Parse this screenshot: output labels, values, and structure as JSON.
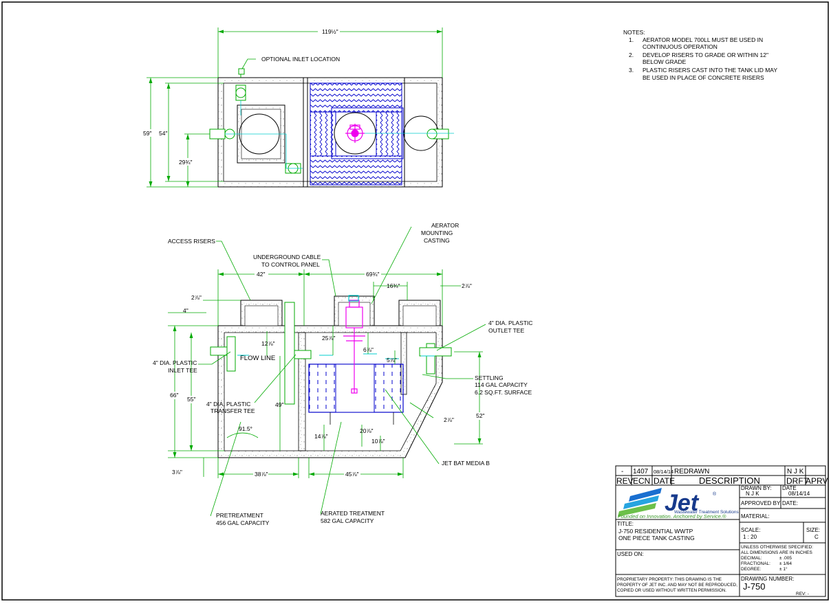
{
  "notes": {
    "heading": "NOTES:",
    "items": [
      {
        "num": "1.",
        "lines": [
          "AERATOR MODEL 700LL MUST BE USED IN",
          "CONTINUOUS OPERATION"
        ]
      },
      {
        "num": "2.",
        "lines": [
          "DEVELOP RISERS TO GRADE OR WITHIN 12\"",
          "BELOW GRADE"
        ]
      },
      {
        "num": "3.",
        "lines": [
          "PLASTIC RISERS CAST INTO THE TANK LID MAY",
          "BE USED IN PLACE OF CONCRETE RISERS"
        ]
      }
    ]
  },
  "plan_view": {
    "overall_width": "119½\"",
    "overall_depth": "59\"",
    "inner_depth": "54\"",
    "inlet_offset": "29¾\"",
    "optional_inlet": "OPTIONAL INLET LOCATION"
  },
  "section_view": {
    "labels": {
      "access_risers": "ACCESS RISERS",
      "underground_cable_1": "UNDERGROUND CABLE",
      "underground_cable_2": "TO CONTROL PANEL",
      "aerator_1": "AERATOR",
      "aerator_2": "MOUNTING",
      "aerator_3": "CASTING",
      "outlet_1": "4\" DIA. PLASTIC",
      "outlet_2": "OUTLET TEE",
      "inlet_1": "4\" DIA. PLASTIC",
      "inlet_2": "INLET TEE",
      "flow_line": "FLOW LINE",
      "transfer_1": "4\" DIA. PLASTIC",
      "transfer_2": "TRANSFER TEE",
      "settling_1": "SETTLING",
      "settling_2": "114 GAL CAPACITY",
      "settling_3": "6.2 SQ.FT. SURFACE",
      "jet_bat": "JET BAT MEDIA B",
      "pretreat_1": "PRETREATMENT",
      "pretreat_2": "456 GAL CAPACITY",
      "aerated_1": "AERATED TREATMENT",
      "aerated_2": "582 GAL CAPACITY"
    },
    "dims": {
      "d42": "42\"",
      "d69": "69¾\"",
      "d16": "16¾\"",
      "d2a": "2⅞\"",
      "d2b": "2⅞\"",
      "d4": "4\"",
      "d12": "12⅞\"",
      "d25": "25⅞\"",
      "d6": "6⅞\"",
      "d5": "5⅞\"",
      "d66": "66\"",
      "d55": "55\"",
      "d49": "49\"",
      "d52": "52\"",
      "d2c": "2⅞\"",
      "d91": "91.5°",
      "d14": "14⅞\"",
      "d20": "20⅞\"",
      "d10": "10⅞\"",
      "d3": "3⅞\"",
      "d38": "38⅞\"",
      "d45": "45⅞\""
    }
  },
  "title_block": {
    "rev_row": {
      "rev": "-",
      "ecn": "1407",
      "date": "08/14/14",
      "desc": "REDRAWN",
      "drft": "N J K",
      "aprv": ""
    },
    "headers": {
      "rev": "REV",
      "ecn": "ECN",
      "date": "DATE",
      "desc": "DESCRIPTION",
      "drft": "DRFT",
      "aprv": "APRV"
    },
    "logo_word": "Jet",
    "logo_reg": "®",
    "logo_sub": "Wastewater Treatment Solutions",
    "tagline": "Founded on Innovation. Anchored by Service.®",
    "drawn_by_label": "DRAWN BY:",
    "drawn_by": "N J K",
    "date_label": "DATE",
    "date_value": "08/14/14",
    "approved_label": "APPROVED BY:",
    "approved_date_label": "DATE:",
    "material_label": "MATERIAL:",
    "title_label": "TITLE:",
    "title_line1": "J-750 RESIDENTIAL WWTP",
    "title_line2": "ONE PIECE TANK CASTING",
    "scale_label": "SCALE:",
    "scale_value": "1 : 20",
    "size_label": "SIZE:",
    "size_value": "C",
    "unless_label": "UNLESS OTHERWISE SPECIFIED:",
    "dims_inches": "ALL DIMENSIONS ARE IN INCHES",
    "decimal_label": "DECIMAL:",
    "decimal_value": "± .005",
    "fractional_label": "FRACTIONAL:",
    "fractional_value": "± 1/64",
    "degree_label": "DEGREE:",
    "degree_value": "± 1°",
    "used_on_label": "USED ON:",
    "proprietary_1": "PROPRIETARY PROPERTY: THIS DRAWING IS THE",
    "proprietary_2": "PROPERTY OF JET INC. AND MAY NOT BE REPRODUCED,",
    "proprietary_3": "COPIED OR USED WITHOUT WRITTEN PERMISSION.",
    "drawing_number_label": "DRAWING NUMBER:",
    "drawing_number": "J-750",
    "rev_footer": "REV: -"
  },
  "colors": {
    "dim_green": "#00aa00",
    "leader_green": "#00aa00",
    "media_blue": "#0000cc",
    "aerator_magenta": "#ee00ee",
    "cyan": "#00cccc",
    "concrete": "#777777"
  }
}
